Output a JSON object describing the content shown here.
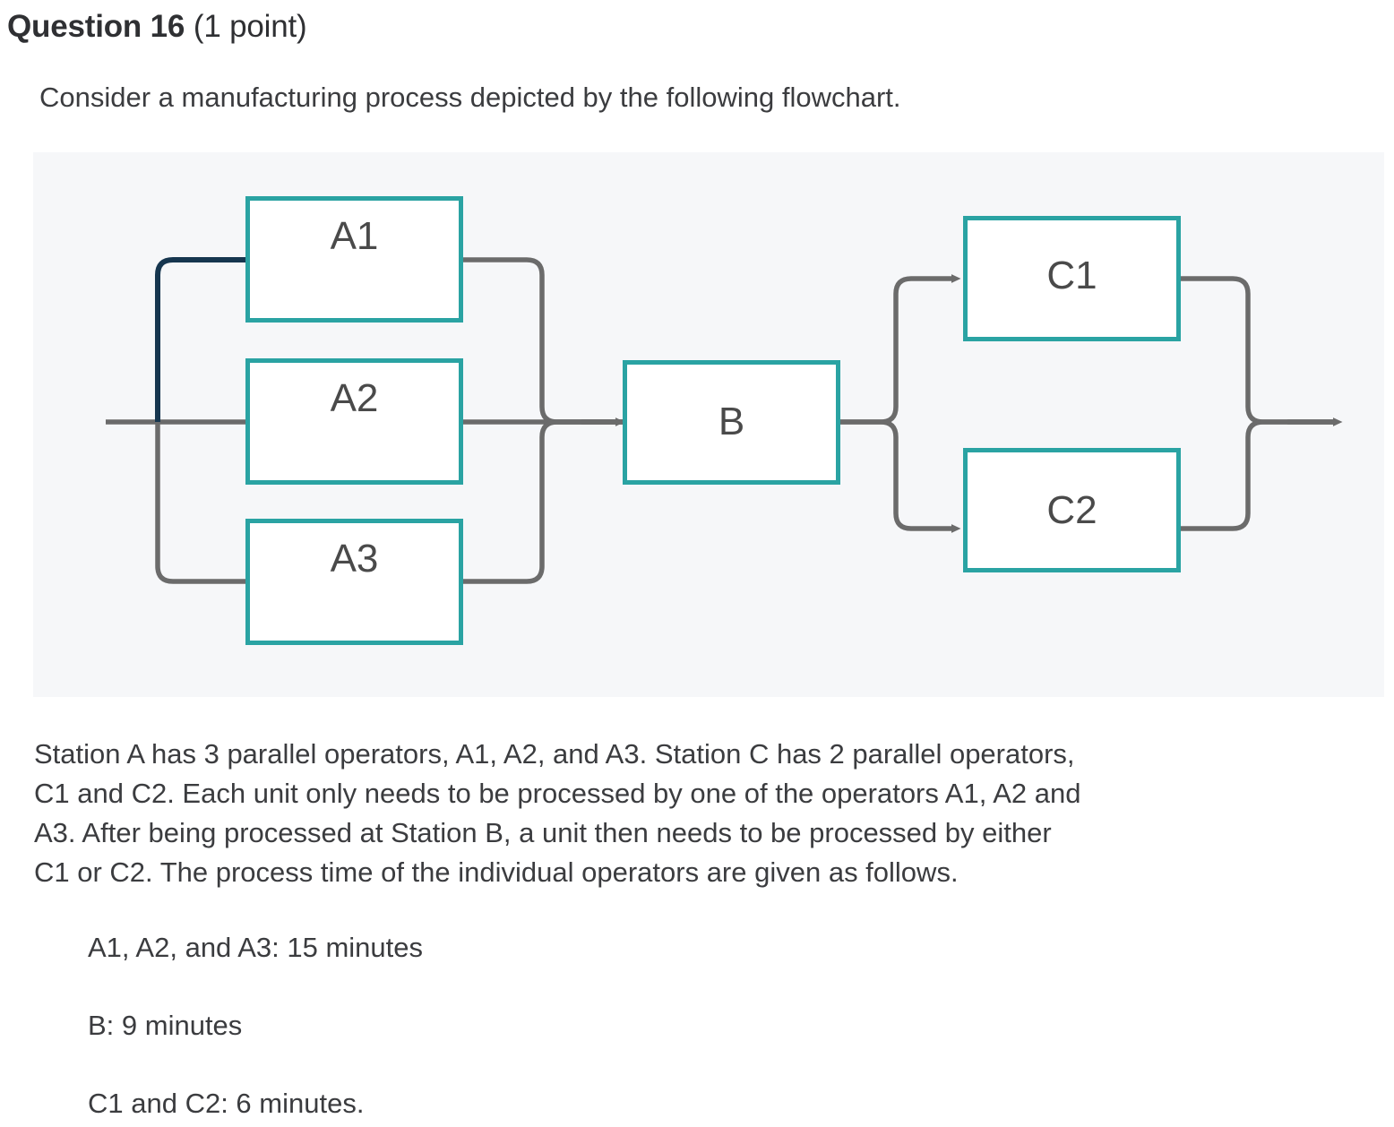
{
  "question": {
    "title": "Question 16",
    "points": "(1 point)",
    "intro": "Consider a manufacturing process depicted by the following flowchart."
  },
  "flowchart": {
    "panel_background": "#f6f7f9",
    "node_border_color": "#2aa3a3",
    "connector_color": "#6b6b6b",
    "highlight_connector_color": "#16364f",
    "nodes": {
      "a1": "A1",
      "a2": "A2",
      "a3": "A3",
      "b": "B",
      "c1": "C1",
      "c2": "C2"
    }
  },
  "body": {
    "lines": [
      "Station A has 3 parallel operators, A1, A2, and A3. Station C has 2 parallel operators,",
      "C1 and C2. Each unit only needs to be processed by one of the operators A1, A2 and",
      "A3. After being processed at Station B, a unit then needs to be processed by either",
      "C1 or C2. The process time of the individual operators are given as follows."
    ]
  },
  "process_times": [
    "A1, A2, and A3: 15 minutes",
    "B: 9 minutes",
    "C1 and C2: 6 minutes."
  ]
}
